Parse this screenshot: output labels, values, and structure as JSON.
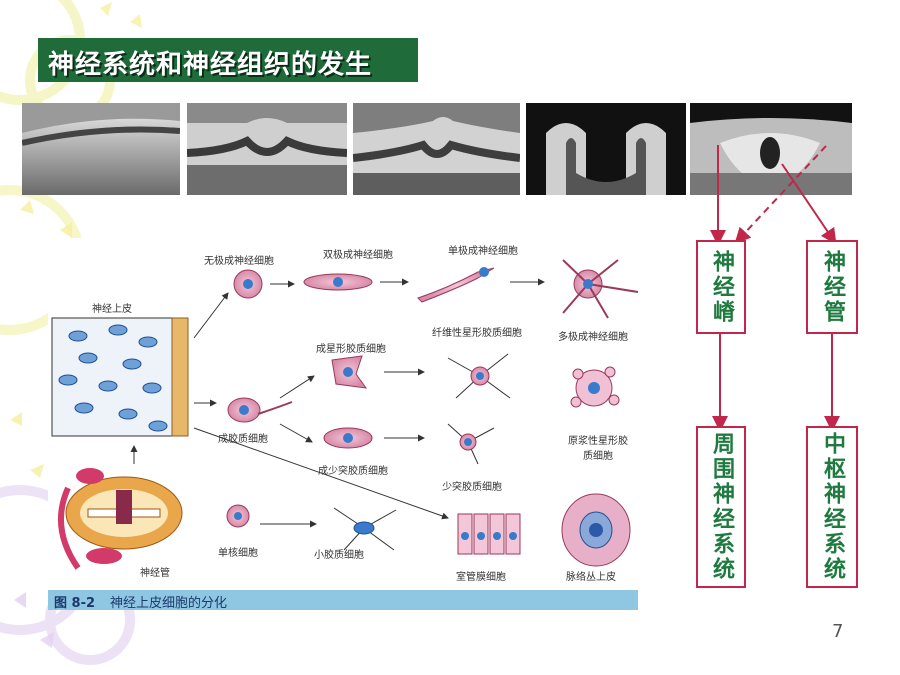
{
  "slide": {
    "title": "神经系统和神经组织的发生",
    "page_number": "7"
  },
  "flow_boxes": {
    "neural_crest": "神经嵴",
    "neural_tube": "神经管",
    "peripheral": "周围神经系统",
    "central": "中枢神经系统"
  },
  "figure": {
    "caption_number": "图 8-2",
    "caption_text": "神经上皮细胞的分化",
    "labels": {
      "neuroepithelium": "神经上皮",
      "apolar_neuroblast": "无极成神经细胞",
      "bipolar_neuroblast": "双极成神经细胞",
      "unipolar_neuroblast": "单极成神经细胞",
      "multipolar_neuroblast": "多极成神经细胞",
      "fibrous_astrocyte": "纤维性星形胶质细胞",
      "astroblast": "成星形胶质细胞",
      "glioblast": "成胶质细胞",
      "oligodendroblast": "成少突胶质细胞",
      "oligodendrocyte": "少突胶质细胞",
      "protoplasmic_astrocyte": "原浆性星形胶质细胞",
      "monocyte": "单核细胞",
      "microglia": "小胶质细胞",
      "ependymal": "室管膜细胞",
      "choroid_plexus": "脉络丛上皮",
      "neural_tube": "神经管"
    }
  },
  "colors": {
    "title_bg": "#1f6b3a",
    "box_border": "#c0274a",
    "box_text": "#1f7a3f",
    "arrow": "#c0274a",
    "caption_bg": "#8fc7e3"
  }
}
